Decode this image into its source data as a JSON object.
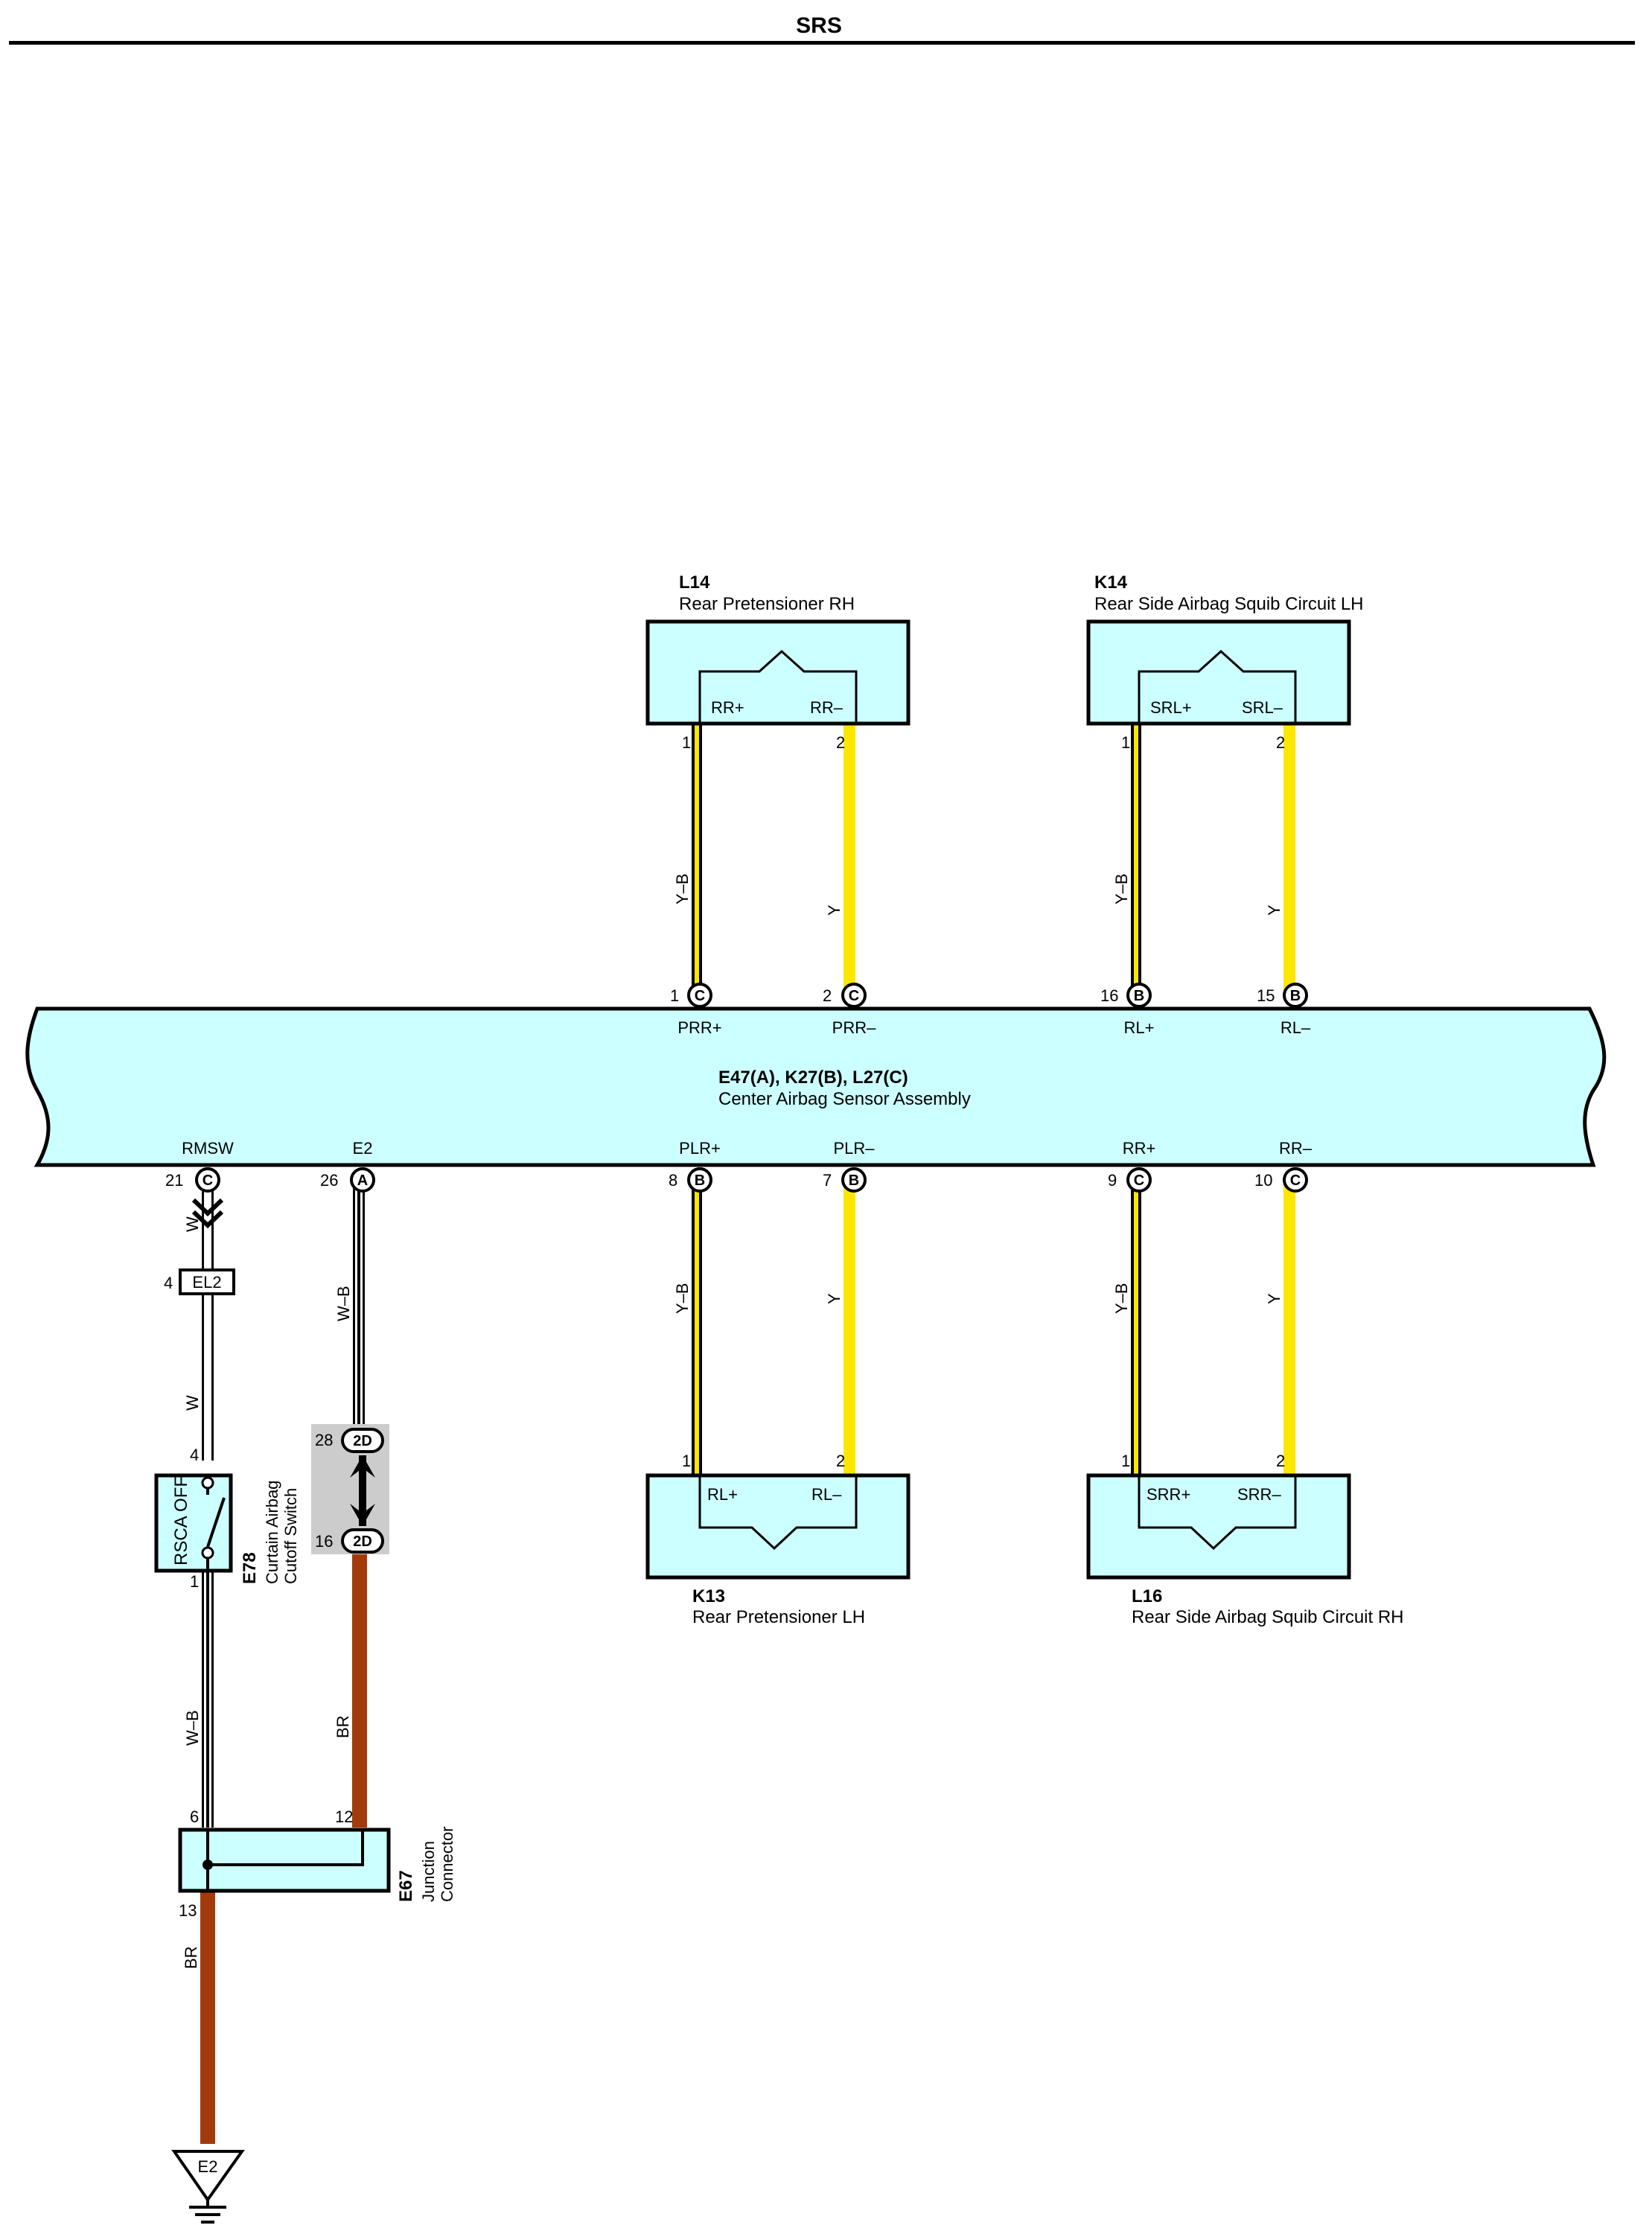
{
  "page": {
    "title": "SRS"
  },
  "components": {
    "l14": {
      "code": "L14",
      "name": "Rear Pretensioner RH",
      "term_pos": "RR+",
      "term_neg": "RR–"
    },
    "k14": {
      "code": "K14",
      "name": "Rear Side Airbag Squib Circuit LH",
      "term_pos": "SRL+",
      "term_neg": "SRL–"
    },
    "k13": {
      "code": "K13",
      "name": "Rear Pretensioner LH",
      "term_pos": "RL+",
      "term_neg": "RL–"
    },
    "l16": {
      "code": "L16",
      "name": "Rear Side Airbag Squib Circuit RH",
      "term_pos": "SRR+",
      "term_neg": "SRR–"
    },
    "ecu": {
      "code": "E47(A), K27(B), L27(C)",
      "name": "Center Airbag Sensor Assembly",
      "top_terminals": [
        "PRR+",
        "PRR–",
        "RL+",
        "RL–"
      ],
      "bottom_terminals": [
        "RMSW",
        "E2",
        "PLR+",
        "PLR–",
        "RR+",
        "RR–"
      ]
    },
    "e78": {
      "code": "E78",
      "name_line1": "Curtain Airbag",
      "name_line2": "Cutoff Switch",
      "label": "RSCA OFF"
    },
    "e67": {
      "code": "E67",
      "name_line1": "Junction",
      "name_line2": "Connector"
    },
    "el2": {
      "label": "EL2"
    },
    "ground": {
      "label": "E2"
    }
  },
  "pins": {
    "one": "1",
    "two": "2",
    "four": "4",
    "six": "6",
    "seven": "7",
    "eight": "8",
    "nine": "9",
    "ten": "10",
    "twelve": "12",
    "thirteen": "13",
    "fifteen": "15",
    "sixteen": "16",
    "twentyone": "21",
    "twentysix": "26",
    "twentyeight": "28"
  },
  "circle_labels": {
    "a": "A",
    "b": "B",
    "c": "C",
    "jc": "2D"
  },
  "wire_colors": {
    "yb": "Y–B",
    "y": "Y",
    "w": "W",
    "wb": "W–B",
    "br": "BR"
  },
  "colors": {
    "component_fill": "#ccffff",
    "wire_yellow": "#ffe600",
    "wire_brown": "#a33a0c",
    "junction_gray": "#cccccc"
  }
}
